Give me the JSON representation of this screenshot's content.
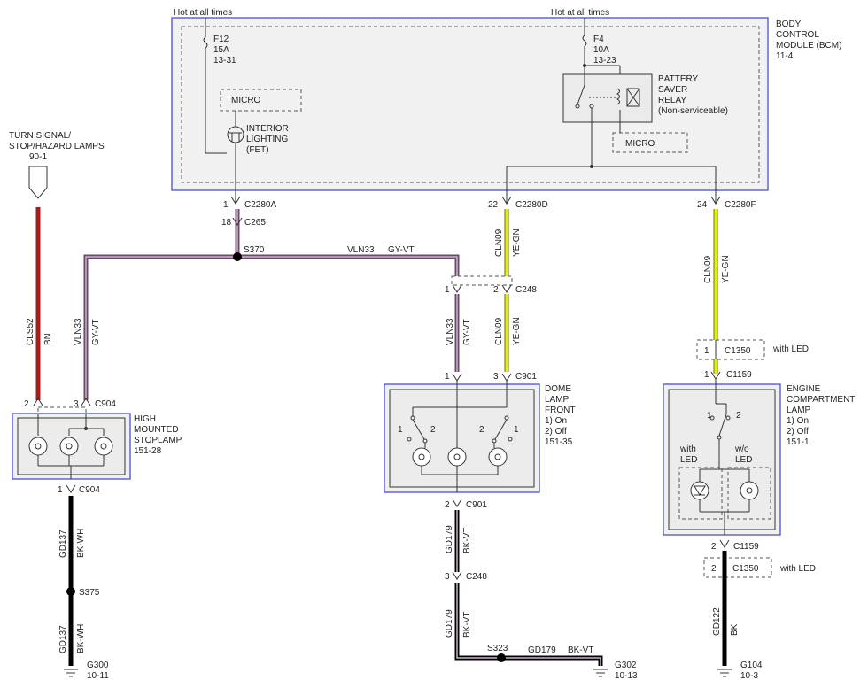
{
  "supply": {
    "hot_left": "Hot at all times",
    "hot_right": "Hot at all times",
    "f12_name": "F12",
    "f12_amp": "15A",
    "f12_ref": "13-31",
    "f4_name": "F4",
    "f4_amp": "10A",
    "f4_ref": "13-23"
  },
  "bcm": {
    "l1": "BODY",
    "l2": "CONTROL",
    "l3": "MODULE (BCM)",
    "l4": "11-4",
    "micro1": "MICRO",
    "micro2": "MICRO",
    "int1": "INTERIOR",
    "int2": "LIGHTING",
    "int3": "(FET)",
    "bsr1": "BATTERY",
    "bsr2": "SAVER",
    "bsr3": "RELAY",
    "bsr4": "(Non-serviceable)"
  },
  "turn": {
    "l1": "TURN SIGNAL/",
    "l2": "STOP/HAZARD LAMPS",
    "ref": "90-1"
  },
  "connectors": {
    "c2280a_pin": "1",
    "c2280a": "C2280A",
    "c265_pin": "18",
    "c265": "C265",
    "c2280d_pin": "22",
    "c2280d": "C2280D",
    "c2280f_pin": "24",
    "c2280f": "C2280F",
    "c248a_pin1": "1",
    "c248a_pin2": "2",
    "c248a": "C248",
    "c901_pin1": "1",
    "c901_pin3": "3",
    "c901": "C901",
    "c901b_pin": "2",
    "c901b": "C901",
    "c248b_pin": "3",
    "c248b": "C248",
    "c904t_pin2": "2",
    "c904t_pin3": "3",
    "c904t": "C904",
    "c904b_pin": "1",
    "c904b": "C904",
    "c1350a_pin": "1",
    "c1350a": "C1350",
    "c1350a_note": "with LED",
    "c1159a_pin": "1",
    "c1159a": "C1159",
    "c1159b_pin": "2",
    "c1159b": "C1159",
    "c1350b_pin": "2",
    "c1350b": "C1350",
    "c1350b_note": "with LED"
  },
  "splices": {
    "s370": "S370",
    "s375": "S375",
    "s323": "S323"
  },
  "wires": {
    "vln33_top_circuit": "VLN33",
    "vln33_top_color": "GY-VT",
    "vln33_left_circuit": "VLN33",
    "vln33_left_color": "GY-VT",
    "vln33_mid_circuit": "VLN33",
    "vln33_mid_color": "GY-VT",
    "cln09_a_circuit": "CLN09",
    "cln09_a_color": "YE-GN",
    "cln09_b_circuit": "CLN09",
    "cln09_b_color": "YE-GN",
    "cln09_c_circuit": "CLN09",
    "cln09_c_color": "YE-GN",
    "cls52_circuit": "CLS52",
    "cls52_color": "BN",
    "gd137_a_circuit": "GD137",
    "gd137_a_color": "BK-WH",
    "gd137_b_circuit": "GD137",
    "gd137_b_color": "BK-WH",
    "gd179_a_circuit": "GD179",
    "gd179_a_color": "BK-VT",
    "gd179_b_circuit": "GD179",
    "gd179_b_color": "BK-VT",
    "gd179_c_circuit": "GD179",
    "gd179_c_color": "BK-VT",
    "gd122_circuit": "GD122",
    "gd122_color": "BK"
  },
  "hmsl": {
    "l1": "HIGH",
    "l2": "MOUNTED",
    "l3": "STOPLAMP",
    "ref": "151-28"
  },
  "dome": {
    "l1": "DOME",
    "l2": "LAMP",
    "l3": "FRONT",
    "on": "1) On",
    "off": "2) Off",
    "ref": "151-35",
    "p1a": "1",
    "p2a": "2",
    "p2b": "2",
    "p1b": "1"
  },
  "engine": {
    "l1": "ENGINE",
    "l2": "COMPARTMENT",
    "l3": "LAMP",
    "on": "1) On",
    "off": "2) Off",
    "ref": "151-1",
    "p1": "1",
    "p2": "2",
    "with1": "with",
    "with2": "LED",
    "wo1": "w/o",
    "wo2": "LED"
  },
  "grounds": {
    "g300": "G300",
    "g300_ref": "10-11",
    "g302": "G302",
    "g302_ref": "10-13",
    "g104": "G104",
    "g104_ref": "10-3"
  }
}
